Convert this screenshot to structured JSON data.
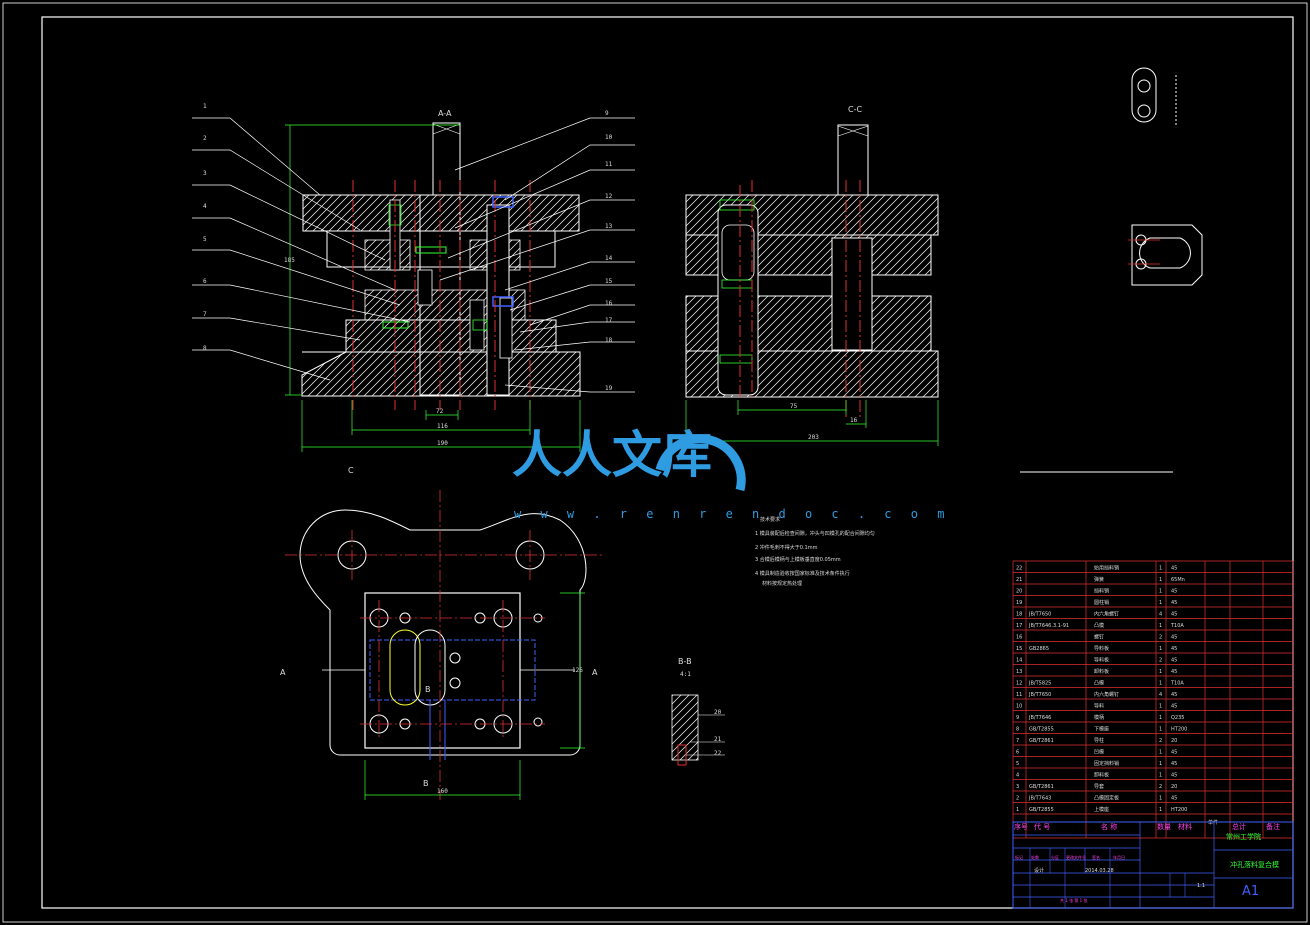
{
  "watermark": {
    "text": "人人文库",
    "url": "w w w . r e n r e n d o c . c o m"
  },
  "views": {
    "section_aa": "A-A",
    "section_cc": "C-C",
    "section_bb": "B-B",
    "section_bb_scale": "4:1",
    "view_a_left": "A",
    "view_a_right": "A",
    "view_b_top": "B",
    "view_b_bottom": "B",
    "view_c": "C"
  },
  "leaders_left": [
    "1",
    "2",
    "3",
    "4",
    "5",
    "6",
    "7",
    "8"
  ],
  "leaders_right": [
    "9",
    "10",
    "11",
    "12",
    "13",
    "14",
    "15",
    "16",
    "17",
    "18",
    "19"
  ],
  "bb_leaders": [
    "20",
    "21",
    "22"
  ],
  "dims": {
    "aa_width_inner": "116",
    "aa_width_outer": "190",
    "aa_small": "72",
    "aa_height": "185",
    "cc_width": "75",
    "cc_small": "16",
    "cc_total": "203",
    "plan_width": "160",
    "plan_height": "126"
  },
  "notes": [
    "技术要求",
    "1 模具装配后检查间隙，冲头与凹模孔的配合间隙均匀",
    "2 冲件毛刺不得大于0.1mm",
    "3 合模后模柄与上模板垂直度0.05mm",
    "4 模具制造验收按国家标准及技术条件执行",
    "材料按规定热处理"
  ],
  "bom": [
    {
      "no": "22",
      "code": "",
      "name": "始用挡料销",
      "qty": "1",
      "mat": "45"
    },
    {
      "no": "21",
      "code": "",
      "name": "弹簧",
      "qty": "1",
      "mat": "65Mn"
    },
    {
      "no": "20",
      "code": "",
      "name": "挡料销",
      "qty": "1",
      "mat": "45"
    },
    {
      "no": "19",
      "code": "",
      "name": "圆柱销",
      "qty": "1",
      "mat": "45"
    },
    {
      "no": "18",
      "code": "JB/T7650",
      "name": "内六角螺钉",
      "qty": "4",
      "mat": "45"
    },
    {
      "no": "17",
      "code": "JB/T7646.3.1-91",
      "name": "凸模",
      "qty": "1",
      "mat": "T10A"
    },
    {
      "no": "16",
      "code": "",
      "name": "螺钉",
      "qty": "2",
      "mat": "45"
    },
    {
      "no": "15",
      "code": "GB2865",
      "name": "导料板",
      "qty": "1",
      "mat": "45"
    },
    {
      "no": "14",
      "code": "",
      "name": "导料板",
      "qty": "2",
      "mat": "45"
    },
    {
      "no": "13",
      "code": "",
      "name": "卸料板",
      "qty": "1",
      "mat": "45"
    },
    {
      "no": "12",
      "code": "JB/T5825",
      "name": "凸模",
      "qty": "1",
      "mat": "T10A"
    },
    {
      "no": "11",
      "code": "JB/T7650",
      "name": "内六角螺钉",
      "qty": "4",
      "mat": "45"
    },
    {
      "no": "10",
      "code": "",
      "name": "导料",
      "qty": "1",
      "mat": "45"
    },
    {
      "no": "9",
      "code": "JB/T7646",
      "name": "模柄",
      "qty": "1",
      "mat": "Q235"
    },
    {
      "no": "8",
      "code": "GB/T2855",
      "name": "下模座",
      "qty": "1",
      "mat": "HT200"
    },
    {
      "no": "7",
      "code": "GB/T2861",
      "name": "导柱",
      "qty": "2",
      "mat": "20"
    },
    {
      "no": "6",
      "code": "",
      "name": "凹模",
      "qty": "1",
      "mat": "45"
    },
    {
      "no": "5",
      "code": "",
      "name": "固定挡料销",
      "qty": "1",
      "mat": "45"
    },
    {
      "no": "4",
      "code": "",
      "name": "卸料板",
      "qty": "1",
      "mat": "45"
    },
    {
      "no": "3",
      "code": "GB/T2861",
      "name": "导套",
      "qty": "2",
      "mat": "20"
    },
    {
      "no": "2",
      "code": "JB/T7643",
      "name": "凸模固定板",
      "qty": "1",
      "mat": "45"
    },
    {
      "no": "1",
      "code": "GB/T2855",
      "name": "上模座",
      "qty": "1",
      "mat": "HT200"
    }
  ],
  "bom_header": {
    "no": "序号",
    "code": "代 号",
    "name": "名 称",
    "qty": "数量",
    "mat": "材料",
    "weight": "单件",
    "total": "总计",
    "remark": "备注"
  },
  "title_block": {
    "school": "常州工学院",
    "drawing_name": "冲孔落料复合模",
    "sheet_size": "A1",
    "scale": "1:1",
    "row_labels": [
      "标记",
      "处数",
      "分区",
      "更改文件号",
      "签名",
      "年月日"
    ],
    "design": "设计",
    "date": "2014.03.28",
    "sheet_info": "共 1 张 第 1 张"
  },
  "colors": {
    "red": "#e03030",
    "green": "#33ff33",
    "yellow": "#ffff33",
    "blue": "#3f5fff",
    "magenta": "#ff33ff",
    "white": "#ffffff",
    "watermark": "#2f9be0"
  }
}
